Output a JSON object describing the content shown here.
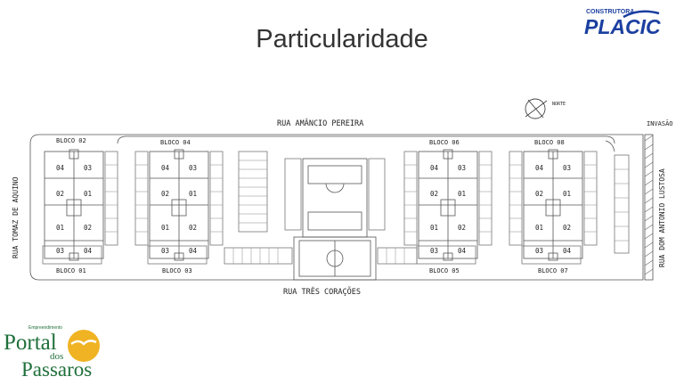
{
  "slide": {
    "title": "Particularidade"
  },
  "brand": {
    "placic_small": "CONSTRUTORA",
    "placic_main": "PLACIC",
    "placic_color": "#1b3fa0",
    "portal_small": "Empreendimento",
    "portal_line1": "Portal",
    "portal_line2": "dos",
    "portal_line3": "Passaros",
    "portal_green": "#1f6f3a",
    "portal_gold": "#f0b323"
  },
  "plan": {
    "streets": {
      "north": "RUA AMÂNCIO PEREIRA",
      "south": "RUA TRÊS CORAÇÕES",
      "west": "RUA TOMAZ DE AQUINO",
      "east": "RUA DOM ANTONIO LUSTOSA"
    },
    "compass": "NORTE",
    "invasion": "INVASÃO",
    "blocks_top": [
      "BLOCO 02",
      "BLOCO 04",
      "BLOCO 06",
      "BLOCO 08"
    ],
    "blocks_bottom": [
      "BLOCO 01",
      "BLOCO 03",
      "BLOCO 05",
      "BLOCO 07"
    ],
    "units": {
      "r1": [
        "04",
        "03"
      ],
      "r2": [
        "02",
        "01"
      ],
      "r3": [
        "01",
        "02"
      ],
      "r4": [
        "03",
        "04"
      ]
    }
  }
}
